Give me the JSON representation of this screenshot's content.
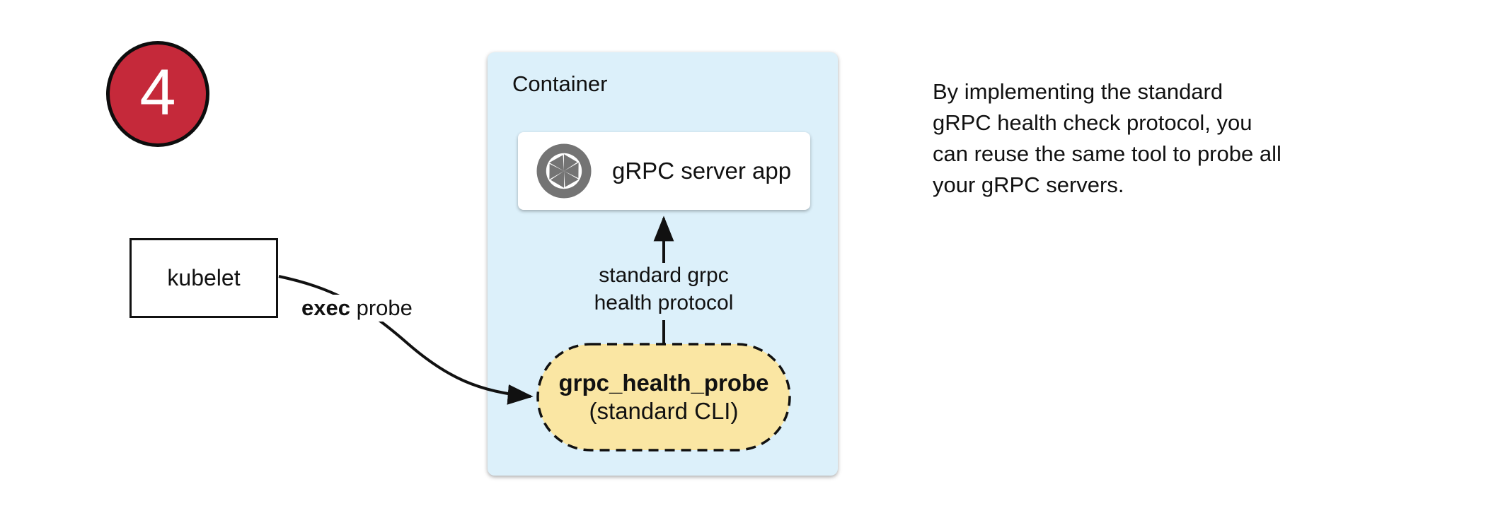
{
  "step": {
    "number": "4"
  },
  "colors": {
    "badge_red": "#c5293a",
    "container_blue": "#dcf0fa",
    "pill_yellow": "#fae6a3",
    "icon_gray": "#747474",
    "line_black": "#111111"
  },
  "nodes": {
    "kubelet": {
      "label": "kubelet"
    },
    "container": {
      "label": "Container"
    },
    "server": {
      "label": "gRPC server app",
      "icon": "aperture-icon"
    },
    "probe": {
      "title": "grpc_health_probe",
      "subtitle": "(standard CLI)"
    }
  },
  "edges": {
    "exec_probe": {
      "label_bold": "exec",
      "label_rest": " probe"
    },
    "health_protocol": {
      "label": "standard grpc\nhealth protocol"
    }
  },
  "caption": {
    "text": "By implementing the standard\ngRPC health check protocol, you\ncan reuse the same tool to probe all\nyour gRPC servers."
  }
}
